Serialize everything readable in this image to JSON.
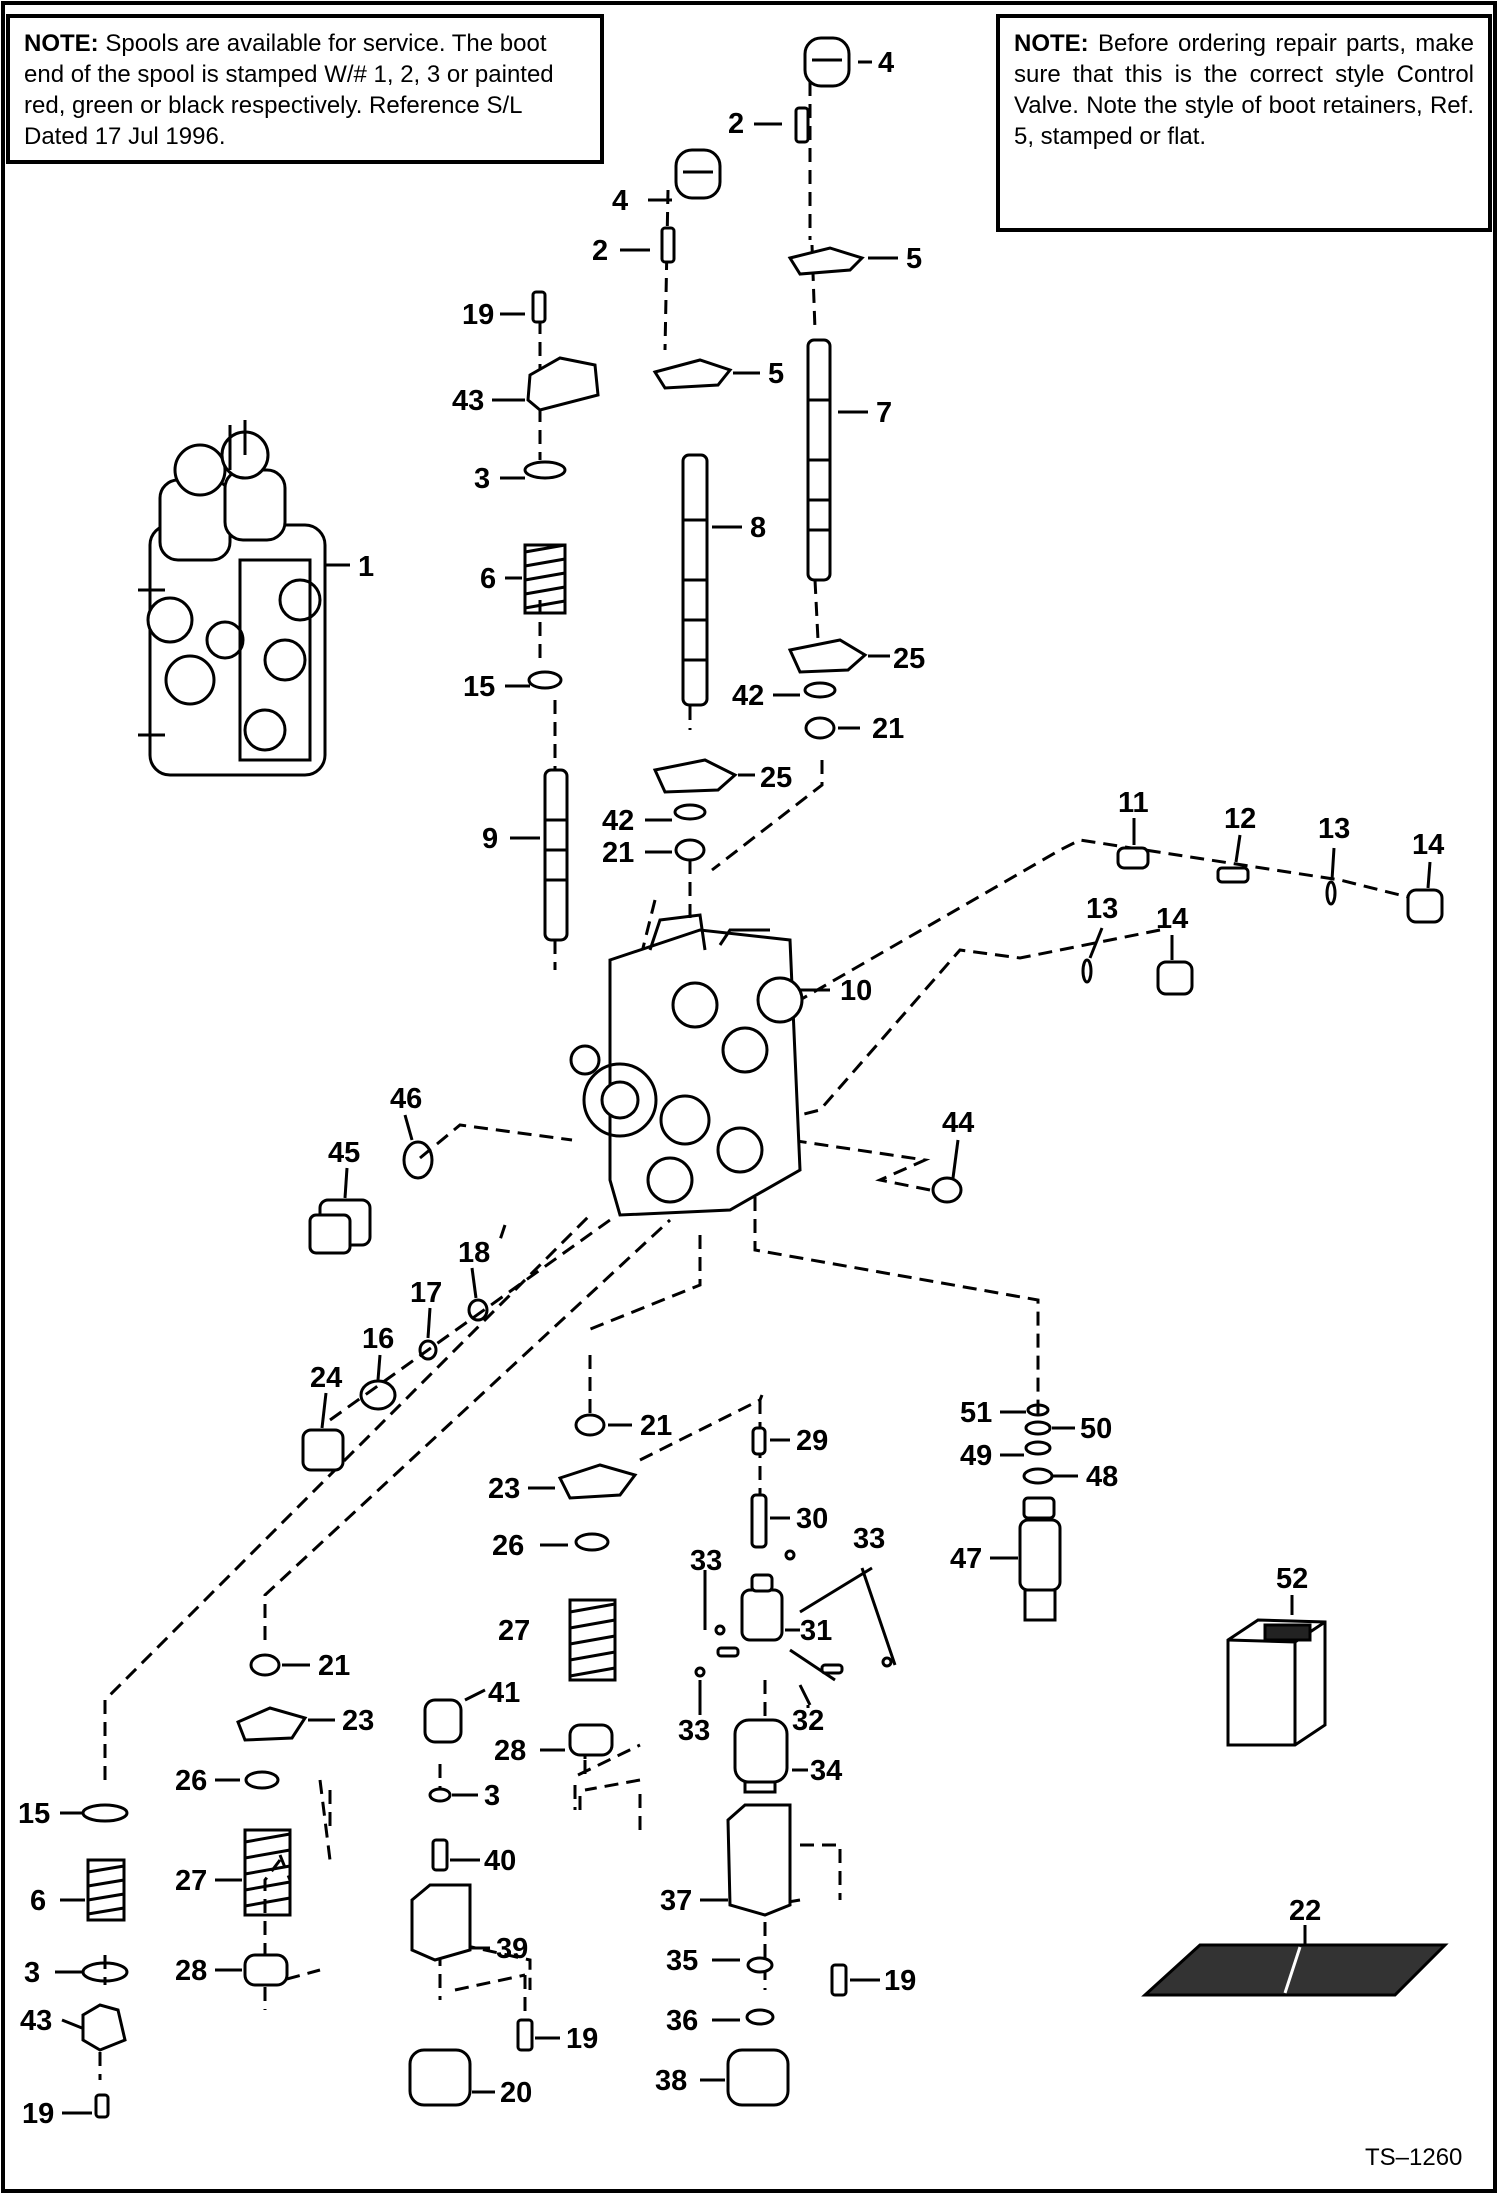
{
  "notes": {
    "left_label": "NOTE:",
    "left_text": "Spools are available for service. The boot end of the spool is stamped W/# 1, 2, 3 or painted red, green or black respectively. Reference S/L Dated 17 Jul 1996.",
    "right_label": "NOTE:",
    "right_text": "Before ordering repair parts, make sure that this is the correct style Control Valve. Note the style of boot retainers, Ref. 5, stamped or flat."
  },
  "drawing_id": "TS–1260",
  "callouts": [
    {
      "id": "c4a",
      "text": "4"
    },
    {
      "id": "c2a",
      "text": "2"
    },
    {
      "id": "c5a",
      "text": "5"
    },
    {
      "id": "c7",
      "text": "7"
    },
    {
      "id": "c4b",
      "text": "4"
    },
    {
      "id": "c2b",
      "text": "2"
    },
    {
      "id": "c5b",
      "text": "5"
    },
    {
      "id": "c8",
      "text": "8"
    },
    {
      "id": "c19a",
      "text": "19"
    },
    {
      "id": "c43a",
      "text": "43"
    },
    {
      "id": "c3a",
      "text": "3"
    },
    {
      "id": "c6a",
      "text": "6"
    },
    {
      "id": "c15a",
      "text": "15"
    },
    {
      "id": "c9",
      "text": "9"
    },
    {
      "id": "c1",
      "text": "1"
    },
    {
      "id": "c25a",
      "text": "25"
    },
    {
      "id": "c42a",
      "text": "42"
    },
    {
      "id": "c21a",
      "text": "21"
    },
    {
      "id": "c25b",
      "text": "25"
    },
    {
      "id": "c42b",
      "text": "42"
    },
    {
      "id": "c21b",
      "text": "21"
    },
    {
      "id": "c11",
      "text": "11"
    },
    {
      "id": "c12",
      "text": "12"
    },
    {
      "id": "c13a",
      "text": "13"
    },
    {
      "id": "c14a",
      "text": "14"
    },
    {
      "id": "c13b",
      "text": "13"
    },
    {
      "id": "c14b",
      "text": "14"
    },
    {
      "id": "c10",
      "text": "10"
    },
    {
      "id": "c46",
      "text": "46"
    },
    {
      "id": "c45",
      "text": "45"
    },
    {
      "id": "c44",
      "text": "44"
    },
    {
      "id": "c18",
      "text": "18"
    },
    {
      "id": "c17",
      "text": "17"
    },
    {
      "id": "c16",
      "text": "16"
    },
    {
      "id": "c24",
      "text": "24"
    },
    {
      "id": "c21c",
      "text": "21"
    },
    {
      "id": "c29",
      "text": "29"
    },
    {
      "id": "c51",
      "text": "51"
    },
    {
      "id": "c50",
      "text": "50"
    },
    {
      "id": "c49",
      "text": "49"
    },
    {
      "id": "c48",
      "text": "48"
    },
    {
      "id": "c23a",
      "text": "23"
    },
    {
      "id": "c30",
      "text": "30"
    },
    {
      "id": "c47",
      "text": "47"
    },
    {
      "id": "c26a",
      "text": "26"
    },
    {
      "id": "c33a",
      "text": "33"
    },
    {
      "id": "c33b",
      "text": "33"
    },
    {
      "id": "c27a",
      "text": "27"
    },
    {
      "id": "c31",
      "text": "31"
    },
    {
      "id": "c52",
      "text": "52"
    },
    {
      "id": "c21d",
      "text": "21"
    },
    {
      "id": "c41",
      "text": "41"
    },
    {
      "id": "c23b",
      "text": "23"
    },
    {
      "id": "c32",
      "text": "32"
    },
    {
      "id": "c33c",
      "text": "33"
    },
    {
      "id": "c28a",
      "text": "28"
    },
    {
      "id": "c34",
      "text": "34"
    },
    {
      "id": "c26b",
      "text": "26"
    },
    {
      "id": "c3b",
      "text": "3"
    },
    {
      "id": "c15b",
      "text": "15"
    },
    {
      "id": "c40",
      "text": "40"
    },
    {
      "id": "c6b",
      "text": "6"
    },
    {
      "id": "c27b",
      "text": "27"
    },
    {
      "id": "c37",
      "text": "37"
    },
    {
      "id": "c39",
      "text": "39"
    },
    {
      "id": "c22",
      "text": "22"
    },
    {
      "id": "c3c",
      "text": "3"
    },
    {
      "id": "c28b",
      "text": "28"
    },
    {
      "id": "c35",
      "text": "35"
    },
    {
      "id": "c19b",
      "text": "19"
    },
    {
      "id": "c43b",
      "text": "43"
    },
    {
      "id": "c19c",
      "text": "19"
    },
    {
      "id": "c36",
      "text": "36"
    },
    {
      "id": "c20",
      "text": "20"
    },
    {
      "id": "c38",
      "text": "38"
    },
    {
      "id": "c19d",
      "text": "19"
    }
  ]
}
